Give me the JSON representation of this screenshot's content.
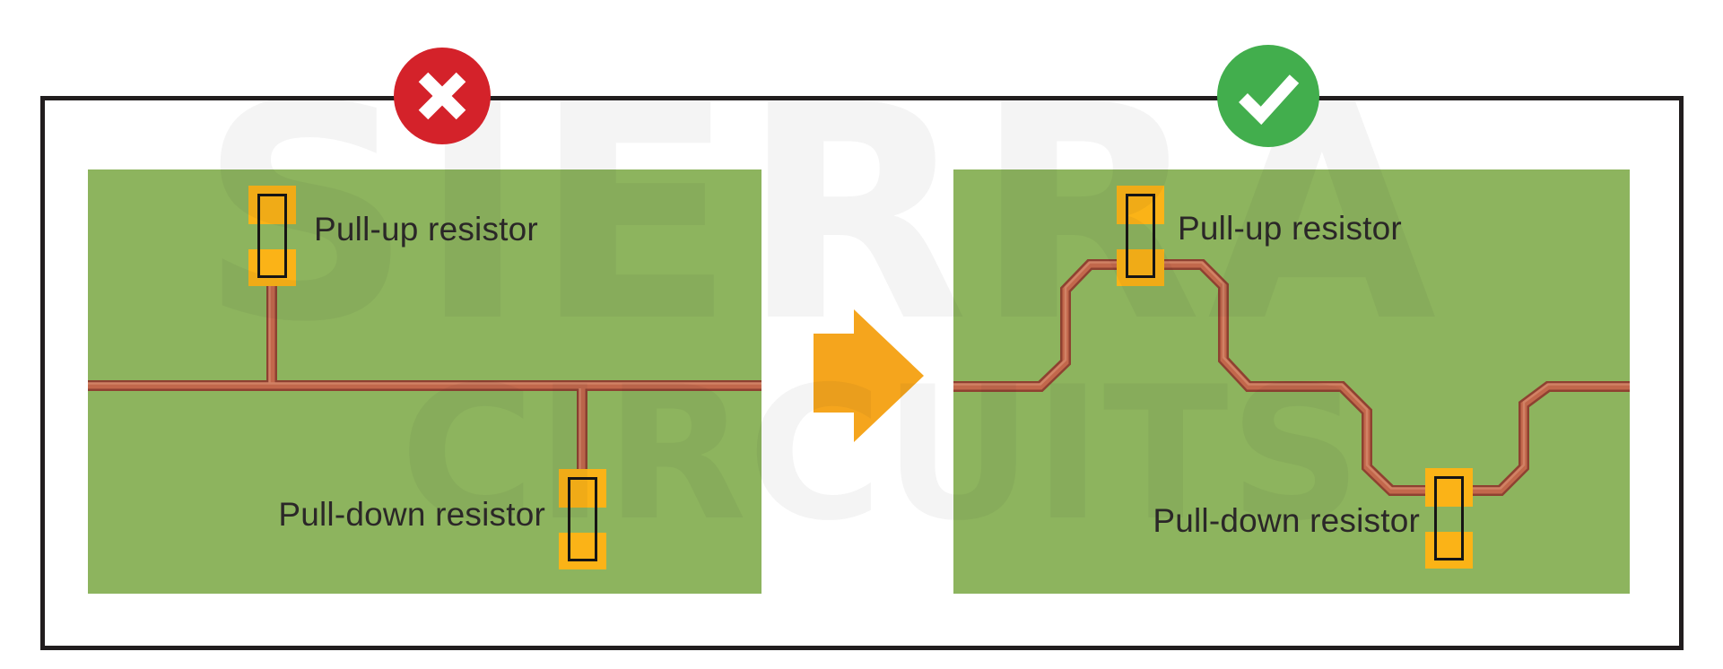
{
  "watermark": {
    "line1": "SIERRA",
    "line2": "CIRCUITS"
  },
  "panels": {
    "incorrect": {
      "badge_icon": "cross-icon",
      "pull_up_label": "Pull-up resistor",
      "pull_down_label": "Pull-down resistor"
    },
    "correct": {
      "badge_icon": "check-icon",
      "pull_up_label": "Pull-up resistor",
      "pull_down_label": "Pull-down resistor"
    }
  },
  "colors": {
    "board-green": "#8db45e",
    "trace-core": "#c2684c",
    "trace-edge": "#8e4131",
    "trace-highlight": "#d3876a",
    "pad-amber": "#fbb317",
    "arrow-amber": "#f5a51d",
    "badge-red": "#d4222a",
    "badge-green": "#42ae4d",
    "label-ink": "#2b2728",
    "frame-ink": "#211d1e",
    "watermark-ink": "rgba(35,31,32,0.05)"
  }
}
